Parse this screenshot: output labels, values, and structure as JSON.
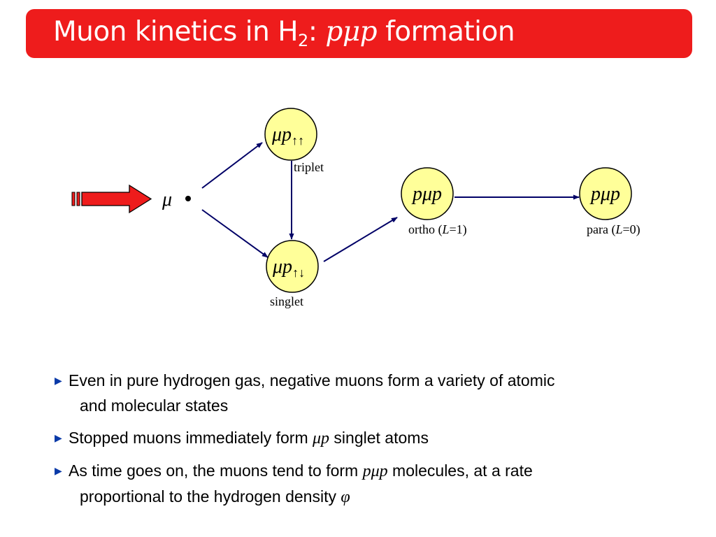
{
  "title": {
    "prefix": "Muon kinetics in H",
    "subscript": "2",
    "colon": ":",
    "molecule": "pμp",
    "suffix": "formation"
  },
  "colors": {
    "title_bg": "#ee1c1c",
    "node_fill": "#ffff99",
    "node_stroke": "#000000",
    "arrow": "#000066",
    "big_arrow": "#ee1c1c",
    "bullet_marker": "#0a3aa8"
  },
  "diagram": {
    "muon_symbol": "μ",
    "nodes": {
      "triplet": {
        "main": "μp",
        "sub": "↑↑",
        "label": "triplet"
      },
      "singlet": {
        "main": "μp",
        "sub": "↑↓",
        "label": "singlet"
      },
      "ortho": {
        "main": "pμp",
        "label_pre": "ortho (",
        "label_var": "L",
        "label_post": "=1)"
      },
      "para": {
        "main": "pμp",
        "label_pre": "para (",
        "label_var": "L",
        "label_post": "=0)"
      }
    }
  },
  "bullets": [
    {
      "line1": "Even in pure hydrogen gas, negative muons form a variety of atomic",
      "line2": "and molecular states"
    },
    {
      "pre": "Stopped muons immediately form ",
      "math": "μp",
      "post": " singlet atoms"
    },
    {
      "pre": "As time goes on, the muons tend to form ",
      "math": "pμp",
      "post": " molecules, at a rate",
      "line2_pre": "proportional to the hydrogen density ",
      "line2_math": "φ"
    }
  ],
  "bullet_marker": "▶"
}
